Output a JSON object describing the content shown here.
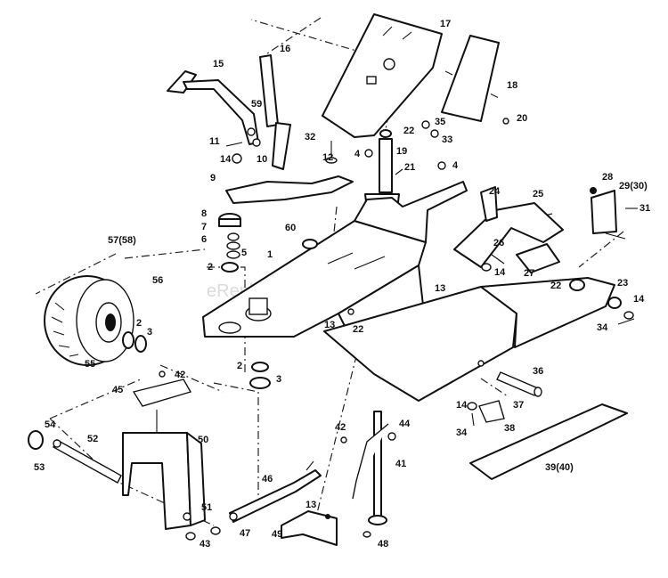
{
  "watermark": "eReplacementParts.com",
  "callouts": [
    {
      "id": "c1",
      "label": "1"
    },
    {
      "id": "c2a",
      "label": "2"
    },
    {
      "id": "c2b",
      "label": "2"
    },
    {
      "id": "c2c",
      "label": "2"
    },
    {
      "id": "c3a",
      "label": "3"
    },
    {
      "id": "c3b",
      "label": "3"
    },
    {
      "id": "c4a",
      "label": "4"
    },
    {
      "id": "c4b",
      "label": "4"
    },
    {
      "id": "c5",
      "label": "5"
    },
    {
      "id": "c6",
      "label": "6"
    },
    {
      "id": "c7",
      "label": "7"
    },
    {
      "id": "c8",
      "label": "8"
    },
    {
      "id": "c9",
      "label": "9"
    },
    {
      "id": "c10",
      "label": "10"
    },
    {
      "id": "c11",
      "label": "11"
    },
    {
      "id": "c12",
      "label": "12"
    },
    {
      "id": "c13a",
      "label": "13"
    },
    {
      "id": "c13b",
      "label": "13"
    },
    {
      "id": "c13c",
      "label": "13"
    },
    {
      "id": "c14a",
      "label": "14"
    },
    {
      "id": "c14b",
      "label": "14"
    },
    {
      "id": "c14c",
      "label": "14"
    },
    {
      "id": "c14d",
      "label": "14"
    },
    {
      "id": "c15",
      "label": "15"
    },
    {
      "id": "c16",
      "label": "16"
    },
    {
      "id": "c17",
      "label": "17"
    },
    {
      "id": "c18",
      "label": "18"
    },
    {
      "id": "c19",
      "label": "19"
    },
    {
      "id": "c20",
      "label": "20"
    },
    {
      "id": "c21",
      "label": "21"
    },
    {
      "id": "c22a",
      "label": "22"
    },
    {
      "id": "c22b",
      "label": "22"
    },
    {
      "id": "c22c",
      "label": "22"
    },
    {
      "id": "c23",
      "label": "23"
    },
    {
      "id": "c24",
      "label": "24"
    },
    {
      "id": "c25",
      "label": "25"
    },
    {
      "id": "c26",
      "label": "26"
    },
    {
      "id": "c27",
      "label": "27"
    },
    {
      "id": "c28",
      "label": "28"
    },
    {
      "id": "c29",
      "label": "29(30)"
    },
    {
      "id": "c31",
      "label": "31"
    },
    {
      "id": "c32",
      "label": "32"
    },
    {
      "id": "c33",
      "label": "33"
    },
    {
      "id": "c34a",
      "label": "34"
    },
    {
      "id": "c34b",
      "label": "34"
    },
    {
      "id": "c35",
      "label": "35"
    },
    {
      "id": "c36",
      "label": "36"
    },
    {
      "id": "c37",
      "label": "37"
    },
    {
      "id": "c38",
      "label": "38"
    },
    {
      "id": "c39",
      "label": "39(40)"
    },
    {
      "id": "c41",
      "label": "41"
    },
    {
      "id": "c42a",
      "label": "42"
    },
    {
      "id": "c42b",
      "label": "42"
    },
    {
      "id": "c43",
      "label": "43"
    },
    {
      "id": "c44",
      "label": "44"
    },
    {
      "id": "c45",
      "label": "45"
    },
    {
      "id": "c46",
      "label": "46"
    },
    {
      "id": "c47",
      "label": "47"
    },
    {
      "id": "c48",
      "label": "48"
    },
    {
      "id": "c49",
      "label": "49"
    },
    {
      "id": "c50",
      "label": "50"
    },
    {
      "id": "c51",
      "label": "51"
    },
    {
      "id": "c52",
      "label": "52"
    },
    {
      "id": "c53",
      "label": "53"
    },
    {
      "id": "c54",
      "label": "54"
    },
    {
      "id": "c55",
      "label": "55"
    },
    {
      "id": "c56",
      "label": "56"
    },
    {
      "id": "c57",
      "label": "57(58)"
    },
    {
      "id": "c59",
      "label": "59"
    },
    {
      "id": "c60",
      "label": "60"
    }
  ]
}
